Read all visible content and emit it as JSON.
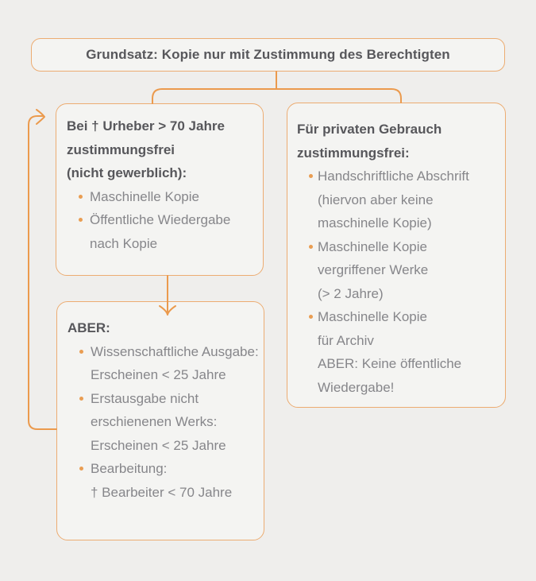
{
  "colors": {
    "background": "#efeeec",
    "box_fill": "#f4f4f2",
    "box_border_orange": "#ecac72",
    "connector_orange": "#eb9a4d",
    "bullet_dot_orange": "#e99d52",
    "title_text": "#57575b",
    "body_text": "#86868a"
  },
  "root_box": {
    "title": "Grundsatz: Kopie nur mit Zustimmung des Berechtigten"
  },
  "left_box": {
    "title_lines": [
      "Bei † Urheber > 70 Jahre",
      "zustimmungsfrei",
      "(nicht gewerblich):"
    ],
    "bullets": [
      [
        "Maschinelle Kopie"
      ],
      [
        "Öffentliche Wiedergabe",
        "nach Kopie"
      ]
    ]
  },
  "aber_box": {
    "title_lines": [
      "ABER:"
    ],
    "bullets": [
      [
        "Wissenschaftliche Ausgabe:",
        "Erscheinen < 25 Jahre"
      ],
      [
        "Erstausgabe nicht",
        "erschienenen Werks:",
        "Erscheinen < 25 Jahre"
      ],
      [
        "Bearbeitung:",
        "† Bearbeiter < 70 Jahre"
      ]
    ]
  },
  "right_box": {
    "title_lines": [
      "Für privaten Gebrauch",
      "zustimmungsfrei:"
    ],
    "bullets": [
      [
        "Handschriftliche Abschrift",
        "(hiervon aber keine",
        "maschinelle Kopie)"
      ],
      [
        "Maschinelle Kopie",
        "vergriffener Werke",
        "(> 2 Jahre)"
      ],
      [
        "Maschinelle Kopie",
        "für Archiv",
        "ABER: Keine öffentliche",
        "Wiedergabe!"
      ]
    ]
  }
}
